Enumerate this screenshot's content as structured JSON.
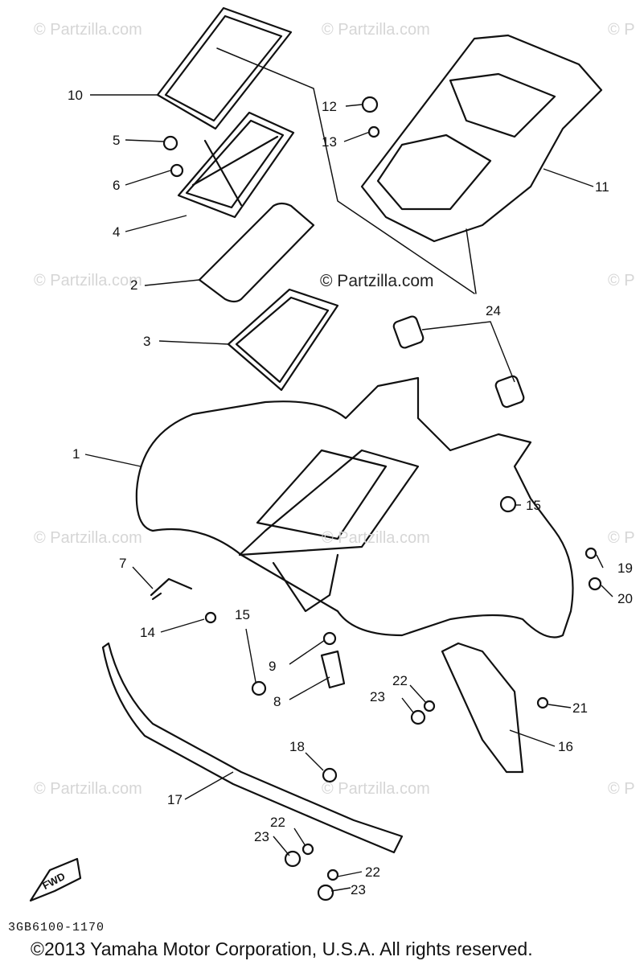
{
  "watermarks": [
    "© Partzilla.com",
    "© Partzilla.com",
    "© P",
    "© Partzilla.com",
    "© P",
    "© Partzilla.com",
    "© Partzilla.com",
    "© P",
    "© Partzilla.com",
    "© Partzilla.com",
    "© P"
  ],
  "center_watermark": "© Partzilla.com",
  "callouts": [
    "10",
    "5",
    "6",
    "4",
    "2",
    "3",
    "12",
    "13",
    "11",
    "24",
    "1",
    "15",
    "7",
    "14",
    "15",
    "9",
    "8",
    "22",
    "23",
    "19",
    "20",
    "21",
    "16",
    "18",
    "17",
    "22",
    "23",
    "22",
    "23"
  ],
  "fwd_label": "FWD",
  "diagram_code": "3GB6100-1170",
  "copyright": "©2013 Yamaha Motor Corporation, U.S.A. All rights reserved."
}
